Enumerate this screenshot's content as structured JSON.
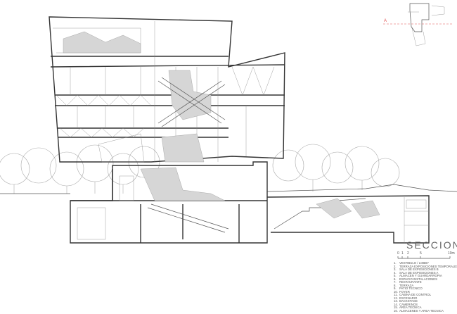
{
  "drawing": {
    "title": "SECCION A",
    "key_plan_marker": "A",
    "scale_labels": [
      "0",
      "1",
      "2",
      "5",
      "10m"
    ],
    "legend": [
      {
        "num": "1.",
        "label": "VESTIBULO / LOBBY"
      },
      {
        "num": "2.",
        "label": "TERRAZA EXPOSICIONES TEMPORALES"
      },
      {
        "num": "3.",
        "label": "SALA DE EXPOSICIONES B"
      },
      {
        "num": "4.",
        "label": "SALA DE EXPOSICIONES A"
      },
      {
        "num": "5.",
        "label": "ALMACEN Y GUARDARROPIA"
      },
      {
        "num": "6.",
        "label": "ESPACIO INSTALACIONES"
      },
      {
        "num": "7.",
        "label": "RESTAURANTE"
      },
      {
        "num": "8.",
        "label": "TERRAZA"
      },
      {
        "num": "9.",
        "label": "PATIO TECNICO"
      },
      {
        "num": "10.",
        "label": "FOYER"
      },
      {
        "num": "11.",
        "label": "CABINA DE CONTROL"
      },
      {
        "num": "12.",
        "label": "ESCENARIO"
      },
      {
        "num": "13.",
        "label": "BACKSTAGE"
      },
      {
        "num": "14.",
        "label": "CAMERINOS"
      },
      {
        "num": "15.",
        "label": "AREA TECNICA"
      },
      {
        "num": "16.",
        "label": "ALMACENES Y AREA TECNICA"
      }
    ],
    "colors": {
      "line": "#555555",
      "section_cut": "#333333",
      "cut_line": "#e05050",
      "fill": "#d6d6d6"
    }
  }
}
